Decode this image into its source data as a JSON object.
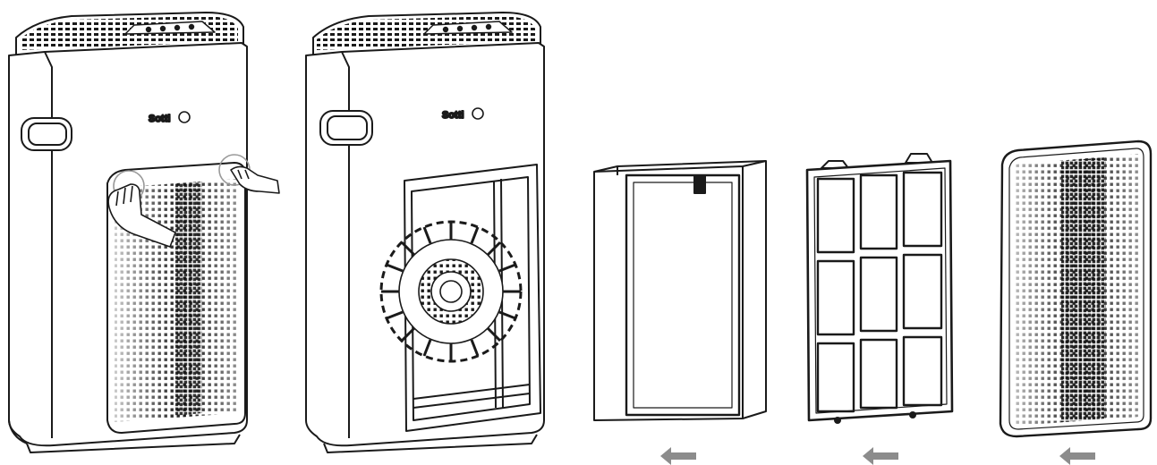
{
  "figure": {
    "brand_label": "Sotti",
    "steps": [
      {
        "name": "purifier-with-back-cover",
        "icon": "hands-releasing-cover-icon"
      },
      {
        "name": "purifier-cover-removed",
        "icon": "exposed-fan-icon"
      },
      {
        "name": "filter-cartridge",
        "icon": "filter-icon"
      },
      {
        "name": "pre-filter-grid",
        "icon": "grid-filter-icon"
      },
      {
        "name": "back-cover-panel",
        "icon": "perforated-panel-icon"
      }
    ],
    "arrows": [
      {
        "direction": "left",
        "icon": "arrow-left-icon"
      },
      {
        "direction": "left",
        "icon": "arrow-left-icon"
      },
      {
        "direction": "left",
        "icon": "arrow-left-icon"
      }
    ],
    "colors": {
      "line": "#1a1a1a",
      "arrow": "#8c8c8c",
      "background": "#ffffff"
    }
  }
}
